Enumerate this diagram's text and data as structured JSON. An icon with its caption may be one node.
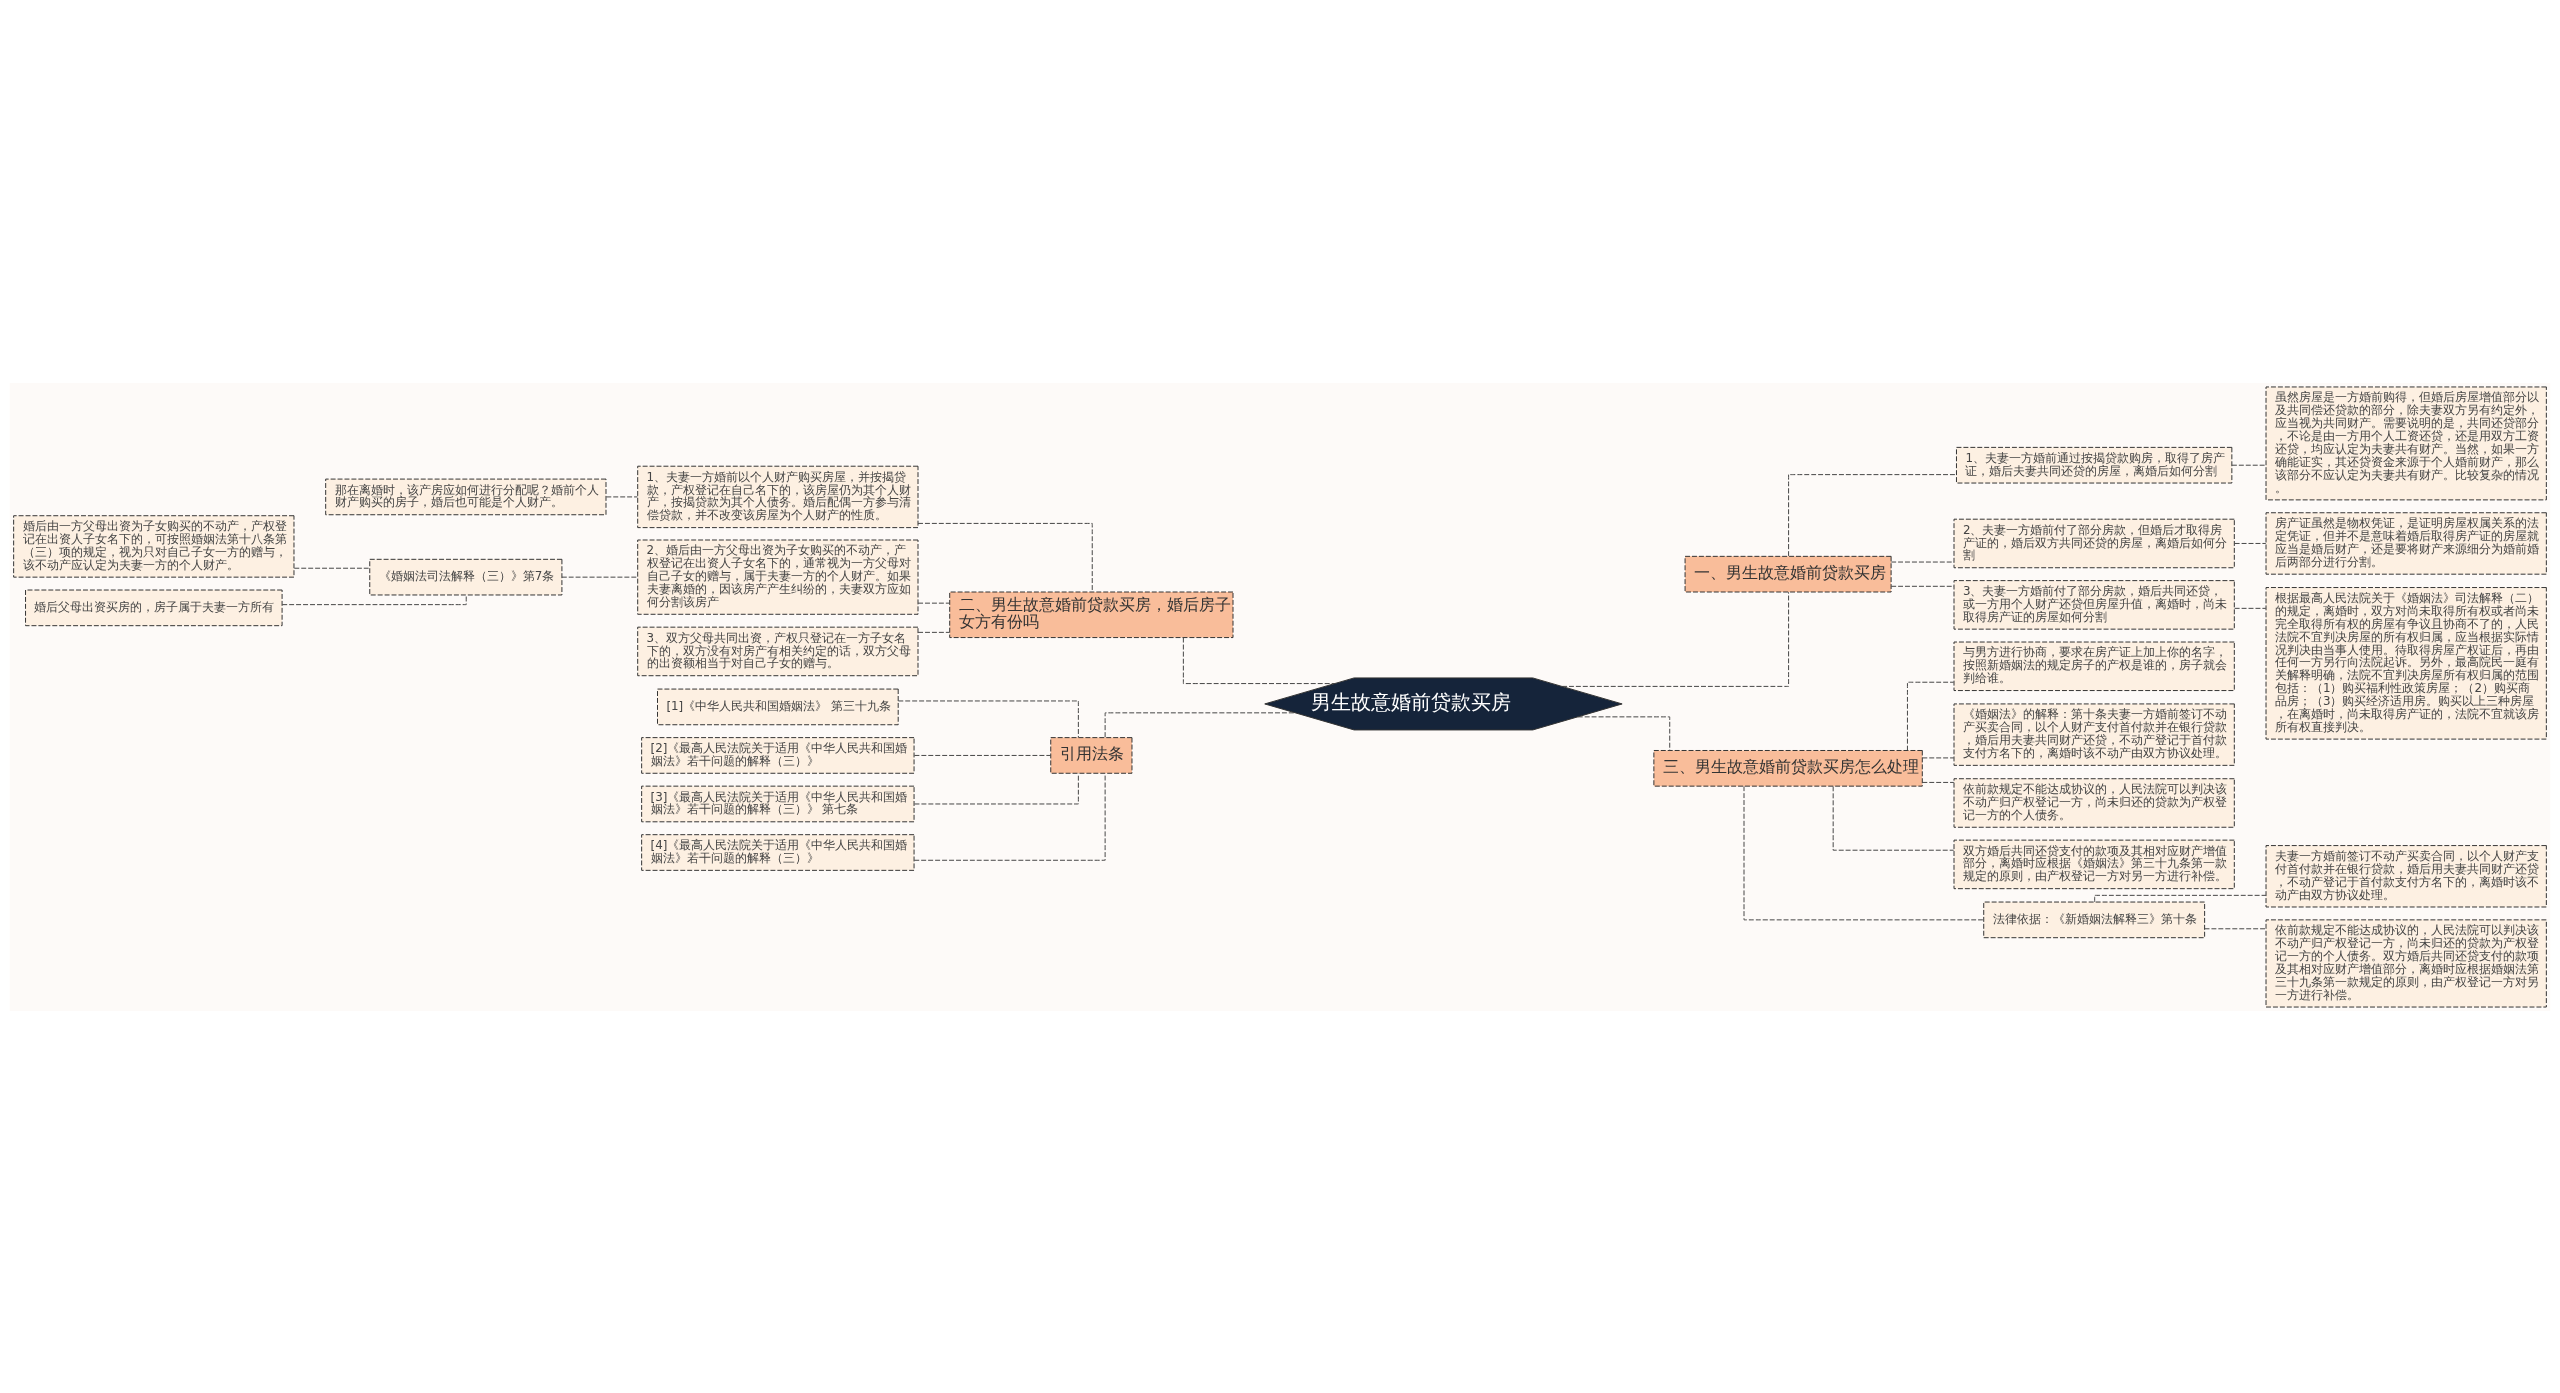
{
  "diagram": {
    "nodes": [
      {
        "text": [
          "男生故意婚前贷款买房"
        ]
      },
      {
        "text": [
          "一、男生故意婚前贷款买房"
        ]
      },
      {
        "text": [
          "1、夫妻一方婚前通过按揭贷款购房，取得了房产证，婚后夫妻共同还贷的房屋，离婚后如何分割"
        ]
      },
      {
        "text": [
          "虽然房屋是一方婚前购得，但婚后房屋增值部分以及共同偿还贷款的部分，除夫妻双方另有约定外，应当视为共同财产。需要说明的是，共同还贷部分，不论是由一方用个人工资还贷，还是用双方工资还贷，均应认定为夫妻共有财产。当然，如果一方确能证实，其还贷资金来源于个人婚前财产，那么该部分不应认定为夫妻共有财产。比较复杂的情况。"
        ]
      },
      {
        "text": [
          "2、夫妻一方婚前付了部分房款，但婚后才取得房产证的，婚后双方共同还贷的房屋，离婚后如何分割"
        ]
      },
      {
        "text": [
          "房产证虽然是物权凭证，是证明房屋权属关系的法定凭证，但并不是意味着婚后取得房产证的房屋就应当是婚后财产，还是要将财产来源细分为婚前婚后两部分进行分割。"
        ]
      },
      {
        "text": [
          "3、夫妻一方婚前付了部分房款，婚后共同还贷，或一方用个人财产还贷但房屋升值，离婚时，尚未取得房产证的房屋如何分割"
        ]
      },
      {
        "text": [
          "根据最高人民法院关于《婚姻法》司法解释（二）的规定，离婚时，双方对尚未取得所有权或者尚未完全取得所有权的房屋有争议且协商不了的，人民法院不宜判决房屋的所有权归属，应当根据实际情况判决由当事人使用。待取得房屋产权证后，再由任何一方另行向法院起诉。另外，最高院民一庭有关解释明确，法院不宜判决房屋所有权归属的范围包括：（1）购买福利性政策房屋；（2）购买商品房；（3）购买经济适用房。购买以上三种房屋，在离婚时，尚未取得房产证的，法院不宜就该房所有权直接判决。"
        ]
      },
      {
        "text": [
          "三、男生故意婚前贷款买房怎么处理"
        ]
      },
      {
        "text": [
          "与男方进行协商，要求在房产证上加上你的名字，按照新婚姻法的规定房子的产权是谁的，房子就会判给谁。"
        ]
      },
      {
        "text": [
          "《婚姻法》的解释：第十条夫妻一方婚前签订不动产买卖合同，以个人财产支付首付款并在银行贷款，婚后用夫妻共同财产还贷，不动产登记于首付款支付方名下的，离婚时该不动产由双方协议处理。"
        ]
      },
      {
        "text": [
          "依前款规定不能达成协议的，人民法院可以判决该不动产归产权登记一方，尚未归还的贷款为产权登记一方的个人债务。"
        ]
      },
      {
        "text": [
          "双方婚后共同还贷支付的款项及其相对应财产增值部分，离婚时应根据《婚姻法》第三十九条第一款规定的原则，由产权登记一方对另一方进行补偿。"
        ]
      },
      {
        "text": [
          "法律依据：《新婚姻法解释三》第十条"
        ]
      },
      {
        "text": [
          "夫妻一方婚前签订不动产买卖合同，以个人财产支付首付款并在银行贷款，婚后用夫妻共同财产还贷，不动产登记于首付款支付方名下的，离婚时该不动产由双方协议处理。"
        ]
      },
      {
        "text": [
          "依前款规定不能达成协议的，人民法院可以判决该不动产归产权登记一方，尚未归还的贷款为产权登记一方的个人债务。双方婚后共同还贷支付的款项及其相对应财产增值部分，离婚时应根据婚姻法第三十九条第一款规定的原则，由产权登记一方对另一方进行补偿。"
        ]
      },
      {
        "text": [
          "二、男生故意婚前贷款买房，婚后房子女方有份吗"
        ]
      },
      {
        "text": [
          "1、夫妻一方婚前以个人财产购买房屋，并按揭贷款，产权登记在自己名下的，该房屋仍为其个人财产，按揭贷款为其个人债务。婚后配偶一方参与清偿贷款，并不改变该房屋为个人财产的性质。"
        ]
      },
      {
        "text": [
          "那在离婚时，该产房应如何进行分配呢？婚前个人财产购买的房子，婚后也可能是个人财产。"
        ]
      },
      {
        "text": [
          "2、婚后由一方父母出资为子女购买的不动产，产权登记在出资人子女名下的，通常视为一方父母对自己子女的赠与，属于夫妻一方的个人财产。如果夫妻离婚的，因该房产产生纠纷的，夫妻双方应如何分割该房产"
        ]
      },
      {
        "text": [
          "《婚姻法司法解释（三）》第7条"
        ]
      },
      {
        "text": [
          "婚后由一方父母出资为子女购买的不动产，产权登记在出资人子女名下的，可按照婚姻法第十八条第（三）项的规定，视为只对自己子女一方的赠与，该不动产应认定为夫妻一方的个人财产。"
        ]
      },
      {
        "text": [
          "婚后父母出资买房的，房子属于夫妻一方所有"
        ]
      },
      {
        "text": [
          "3、双方父母共同出资，产权只登记在一方子女名下的，双方没有对房产有相关约定的话，双方父母的出资额相当于对自己子女的赠与。"
        ]
      },
      {
        "text": [
          "引用法条"
        ]
      },
      {
        "text": [
          "[1]《中华人民共和国婚姻法》 第三十九条"
        ]
      },
      {
        "text": [
          "[2]《最高人民法院关于适用《中华人民共和国婚姻法》若干问题的解释（三）》"
        ]
      },
      {
        "text": [
          "[3]《最高人民法院关于适用《中华人民共和国婚姻法》若干问题的解释（三）》 第七条"
        ]
      },
      {
        "text": [
          "[4]《最高人民法院关于适用《中华人民共和国婚姻法》若干问题的解释（三）》"
        ]
      }
    ],
    "edges": [
      {
        "from": 0,
        "to": 1,
        "arrow": "none",
        "style": "dashed"
      },
      {
        "from": 1,
        "to": 2,
        "arrow": "none",
        "style": "dashed"
      },
      {
        "from": 2,
        "to": 3,
        "arrow": "none",
        "style": "dashed"
      },
      {
        "from": 1,
        "to": 4,
        "arrow": "none",
        "style": "dashed"
      },
      {
        "from": 4,
        "to": 5,
        "arrow": "none",
        "style": "dashed"
      },
      {
        "from": 1,
        "to": 6,
        "arrow": "none",
        "style": "dashed"
      },
      {
        "from": 6,
        "to": 7,
        "arrow": "none",
        "style": "dashed"
      },
      {
        "from": 0,
        "to": 8,
        "arrow": "none",
        "style": "dashed"
      },
      {
        "from": 8,
        "to": 9,
        "arrow": "none",
        "style": "dashed"
      },
      {
        "from": 8,
        "to": 10,
        "arrow": "none",
        "style": "dashed"
      },
      {
        "from": 8,
        "to": 11,
        "arrow": "none",
        "style": "dashed"
      },
      {
        "from": 8,
        "to": 12,
        "arrow": "none",
        "style": "dashed"
      },
      {
        "from": 8,
        "to": 13,
        "arrow": "none",
        "style": "dashed"
      },
      {
        "from": 13,
        "to": 14,
        "arrow": "none",
        "style": "dashed"
      },
      {
        "from": 13,
        "to": 15,
        "arrow": "none",
        "style": "dashed"
      },
      {
        "from": 0,
        "to": 16,
        "arrow": "none",
        "style": "dashed"
      },
      {
        "from": 16,
        "to": 17,
        "arrow": "none",
        "style": "dashed"
      },
      {
        "from": 17,
        "to": 18,
        "arrow": "none",
        "style": "dashed"
      },
      {
        "from": 16,
        "to": 19,
        "arrow": "none",
        "style": "dashed"
      },
      {
        "from": 19,
        "to": 20,
        "arrow": "none",
        "style": "dashed"
      },
      {
        "from": 20,
        "to": 21,
        "arrow": "none",
        "style": "dashed"
      },
      {
        "from": 20,
        "to": 22,
        "arrow": "none",
        "style": "dashed"
      },
      {
        "from": 16,
        "to": 23,
        "arrow": "none",
        "style": "dashed"
      },
      {
        "from": 0,
        "to": 24,
        "arrow": "none",
        "style": "dashed"
      },
      {
        "from": 24,
        "to": 25,
        "arrow": "none",
        "style": "dashed"
      },
      {
        "from": 24,
        "to": 26,
        "arrow": "none",
        "style": "dashed"
      },
      {
        "from": 24,
        "to": 27,
        "arrow": "none",
        "style": "dashed"
      },
      {
        "from": 24,
        "to": 28,
        "arrow": "none",
        "style": "dashed"
      }
    ]
  }
}
